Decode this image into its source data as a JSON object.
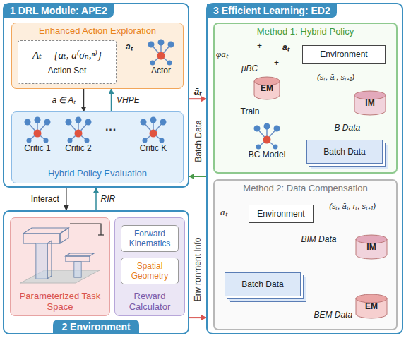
{
  "diagram": {
    "nodes": [
      {
        "text": [
          "1 DRL Module: APE2"
        ]
      },
      {
        "text": [
          "Enhanced Action Exploration"
        ],
        "in": 0
      },
      {
        "text": [
          "Aₜ = {aₜ, a⁽σₙ,ⁿ⁾}",
          "Action Set"
        ],
        "in": 1
      },
      {
        "text": [
          "Actor"
        ],
        "in": 1
      },
      {
        "text": [
          "Hybrid Policy Evaluation"
        ],
        "in": 0
      },
      {
        "text": [
          "Critic 1"
        ],
        "in": 4
      },
      {
        "text": [
          "Critic 2"
        ],
        "in": 4
      },
      {
        "text": [
          "Critic K"
        ],
        "in": 4
      },
      {
        "text": [
          "2 Environment"
        ]
      },
      {
        "text": [
          "Parameterized Task Space"
        ],
        "in": 8
      },
      {
        "text": [
          "Reward Calculator"
        ],
        "in": 8
      },
      {
        "text": [
          "Forward Kinematics"
        ],
        "in": 10
      },
      {
        "text": [
          "Spatial Geometry"
        ],
        "in": 10
      },
      {
        "text": [
          "3 Efficient Learning: ED2"
        ]
      },
      {
        "text": [
          "Method 1: Hybrid Policy"
        ],
        "in": 13
      },
      {
        "text": [
          "Environment"
        ],
        "in": 14
      },
      {
        "text": [
          "EM"
        ],
        "in": 14
      },
      {
        "text": [
          "BC Model"
        ],
        "in": 14
      },
      {
        "text": [
          "IM"
        ],
        "in": 14
      },
      {
        "text": [
          "Batch Data"
        ],
        "in": 14
      },
      {
        "text": [
          "Method 2: Data Compensation"
        ],
        "in": 13
      },
      {
        "text": [
          "Environment"
        ],
        "in": 20
      },
      {
        "text": [
          "IM"
        ],
        "in": 20
      },
      {
        "text": [
          "Batch Data"
        ],
        "in": 20
      },
      {
        "text": [
          "EM"
        ],
        "in": 20
      }
    ],
    "edges": [
      {
        "from": 3,
        "to": 2,
        "arrow": "to",
        "label": "aₜ"
      },
      {
        "from": 1,
        "to": 4,
        "arrow": "to",
        "label": "a ∈ Aₜ"
      },
      {
        "from": 4,
        "to": 1,
        "arrow": "to",
        "label": "VHPE"
      },
      {
        "from": 0,
        "to": 13,
        "arrow": "to",
        "label": "āₜ"
      },
      {
        "from": 13,
        "to": 0,
        "arrow": "to",
        "label": "Batch Data"
      },
      {
        "from": 0,
        "to": 8,
        "arrow": "to",
        "label": "Interact"
      },
      {
        "from": 8,
        "to": 0,
        "arrow": "to",
        "label": "RIR"
      },
      {
        "from": 8,
        "to": 13,
        "arrow": "to",
        "label": "Environment Info"
      },
      {
        "from": 16,
        "to": 17,
        "arrow": "to",
        "label": "Train"
      },
      {
        "from": 15,
        "to": 18,
        "arrow": "to",
        "label": "(sₜ, āₜ, sₜ₊₁)"
      },
      {
        "from": 18,
        "to": 19,
        "arrow": "to",
        "label": "B Data"
      },
      {
        "from": 21,
        "to": 22,
        "arrow": "to",
        "label": "(sₜ, āₜ, rₜ, sₜ₊₁)"
      },
      {
        "from": 22,
        "to": 23,
        "arrow": "to",
        "label": "BIM Data"
      },
      {
        "from": 24,
        "to": 23,
        "arrow": "to",
        "label": "BEM Data"
      }
    ],
    "labels": [
      "···",
      "φāₜ",
      "+",
      "+",
      "μBC",
      "aₜ",
      "āₜ"
    ]
  }
}
